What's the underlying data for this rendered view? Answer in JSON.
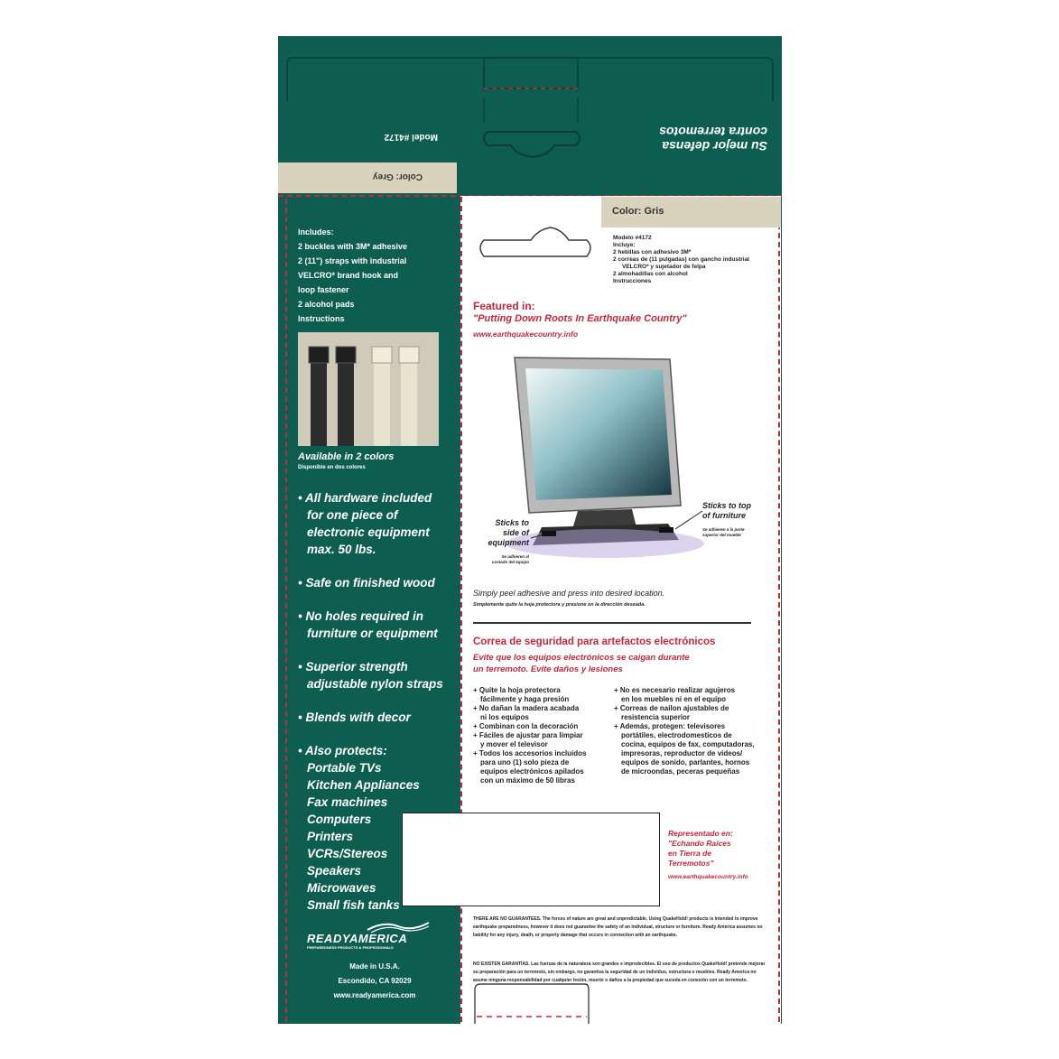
{
  "top_flap": {
    "slogan_line1": "Su mejor defensa",
    "slogan_line2": "contra terremotos",
    "model": "Model #4172",
    "color": "Color: Grey"
  },
  "left_panel": {
    "includes_title": "Includes:",
    "includes_items": [
      "2 buckles with 3M* adhesive",
      "2 (11\") straps with industrial",
      "VELCRO* brand hook and",
      "loop fastener",
      "2 alcohol pads",
      "Instructions"
    ],
    "available": "Available in 2 colors",
    "available_es": "Disponible en dos colores",
    "bullets": [
      [
        "All hardware included",
        "for one piece of",
        "electronic equipment",
        "max. 50 lbs."
      ],
      [
        "Safe on finished wood"
      ],
      [
        "No holes required in",
        "furniture or equipment"
      ],
      [
        "Superior strength",
        "adjustable nylon straps"
      ],
      [
        "Blends with decor"
      ],
      [
        "Also protects:",
        "Portable TVs",
        "Kitchen Appliances",
        "Fax machines",
        "Computers",
        "Printers",
        "VCRs/Stereos",
        "Speakers",
        "Microwaves",
        "Small fish tanks"
      ]
    ],
    "brand": "READYAMERICA",
    "brand_tag": "PREPAREDNESS PRODUCTS & PROFESSIONALS",
    "made_in": "Made in U.S.A.",
    "city": "Escondido, CA 92029",
    "website": "www.readyamerica.com"
  },
  "right_panel": {
    "color_label": "Color: Gris",
    "spanish_contents": [
      "Modelo #4172",
      "Incluye:",
      "2 hebillas con adhesivo 3M*",
      "2 correas de (11 pulgadas) con gancho industrial",
      "VELCRO* y sujetador de felpa",
      "2 almohadillas con alcohol",
      "Instrucciones"
    ],
    "featured_title": "Featured in:",
    "featured_book": "\"Putting Down Roots In Earthquake Country\"",
    "featured_url": "www.earthquakecountry.info",
    "callout_side": [
      "Sticks to",
      "side of",
      "equipment"
    ],
    "callout_side_es": [
      "Se adhieren al",
      "costado del equipo"
    ],
    "callout_top": [
      "Sticks to top",
      "of furniture"
    ],
    "callout_top_es": [
      "Se adhieren a la parte",
      "superior del mueble"
    ],
    "instruction": "Simply peel adhesive and press into desired location.",
    "instruction_es": "Simplemente quite la hoja protectora y presione en la dirección deseada.",
    "es_title": "Correa de seguridad para artefactos electrónicos",
    "es_sub1": "Evite que los equipos electrónicos se caigan durante",
    "es_sub2": "un terremoto. Evite daños y lesiones",
    "es_col1": [
      "+ Quite la hoja protectora",
      "  fácilmente y haga presión",
      "+ No dañan la madera acabada",
      "  ni los equipos",
      "+ Combinan con la decoración",
      "+ Fáciles de ajustar para limpiar",
      "  y mover el televisor",
      "+ Todos los accesorios incluidos",
      "  para uno (1) solo pieza de",
      "  equipos electrónicos apilados",
      "  con un máximo de 50 libras"
    ],
    "es_col2": [
      "+ No es necesario realizar agujeros",
      "  en los muebles ni en el equipo",
      "+ Correas de nailon ajustables de",
      "  resistencia superior",
      "+ Además, protegen: televisores",
      "  portátiles, electrodomesticos de",
      "  cocina, equipos de fax, computadoras,",
      "  impresoras, reproductor de videos/",
      "  equipos de sonido, parlantes, hornos",
      "  de microondas, peceras pequeñas"
    ],
    "rep_lines": [
      "Representado en:",
      "\"Echando Raíces",
      "en Tierra de",
      "Terremotos\""
    ],
    "rep_url": "www.earthquakecountry.info",
    "disclaimer": "THERE ARE NO GUARANTEES. The forces of nature are great and unpredictable. Using QuakeHold! products is intended to improve earthquake preparedness, however it does not guarantee the safety of an individual, structure or furniture. Ready America assumes no liability for any injury, death, or property damage that occurs in connection with an earthquake.",
    "disclaimer_es": "NO EXISTEN GARANTÍAS. Las fuerzas de la naturaleza son grandes e impredecibles. El uso de productos QuakeHold! pretende mejorar su preparación para un terremoto, sin embargo, no garantiza la seguridad de un individuo, estructura o muebles. Ready America no asume ninguna responsabilidad por cualquier lesión, muerte o daños a la propiedad que suceda en conexión con un terremoto."
  },
  "colors": {
    "green": "#0d5d50",
    "beige": "#d9d3bd",
    "red": "#c5283d"
  }
}
